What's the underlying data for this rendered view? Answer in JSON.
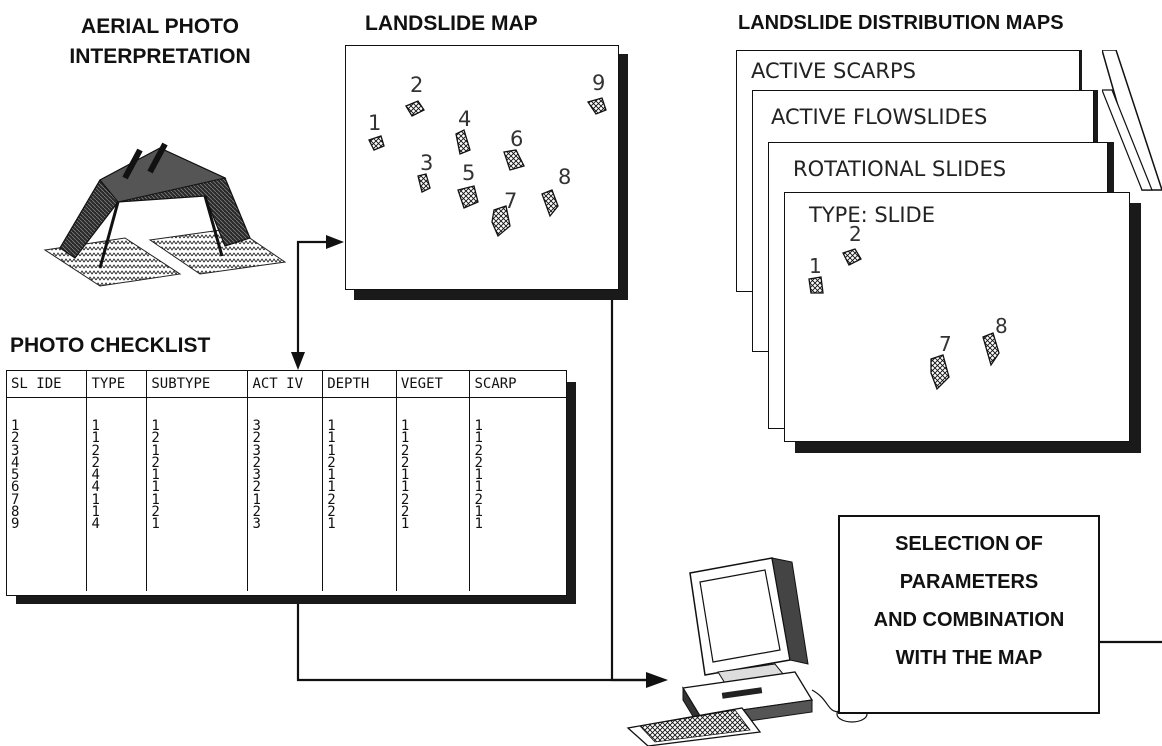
{
  "headings": {
    "aerial_line1": "AERIAL PHOTO",
    "aerial_line2": "INTERPRETATION",
    "landslide_map": "LANDSLIDE MAP",
    "distribution_maps": "LANDSLIDE DISTRIBUTION MAPS",
    "photo_checklist": "PHOTO CHECKLIST"
  },
  "landslide_map": {
    "labels": [
      "1",
      "2",
      "3",
      "4",
      "5",
      "6",
      "7",
      "8",
      "9"
    ]
  },
  "distribution_maps": {
    "sheets": [
      "ACTIVE SCARPS",
      "ACTIVE FLOWSLIDES",
      "ROTATIONAL SLIDES",
      "TYPE: SLIDE"
    ],
    "front_labels": [
      "1",
      "2",
      "7",
      "8"
    ]
  },
  "checklist": {
    "columns": [
      "SL IDE",
      "TYPE",
      "SUBTYPE",
      "ACT IV",
      "DEPTH",
      "VEGET",
      "SCARP"
    ],
    "rows": [
      [
        "1",
        "1",
        "1",
        "3",
        "1",
        "1",
        "1"
      ],
      [
        "2",
        "1",
        "2",
        "2",
        "1",
        "1",
        "1"
      ],
      [
        "3",
        "2",
        "1",
        "3",
        "1",
        "2",
        "2"
      ],
      [
        "4",
        "2",
        "2",
        "2",
        "2",
        "2",
        "2"
      ],
      [
        "5",
        "4",
        "1",
        "3",
        "1",
        "1",
        "1"
      ],
      [
        "6",
        "4",
        "1",
        "2",
        "1",
        "1",
        "1"
      ],
      [
        "7",
        "1",
        "1",
        "1",
        "2",
        "2",
        "2"
      ],
      [
        "8",
        "1",
        "2",
        "2",
        "2",
        "2",
        "1"
      ],
      [
        "9",
        "4",
        "1",
        "3",
        "1",
        "1",
        "1"
      ]
    ]
  },
  "selection": {
    "lines": [
      "SELECTION OF",
      "PARAMETERS",
      "AND COMBINATION",
      "WITH THE MAP"
    ]
  }
}
